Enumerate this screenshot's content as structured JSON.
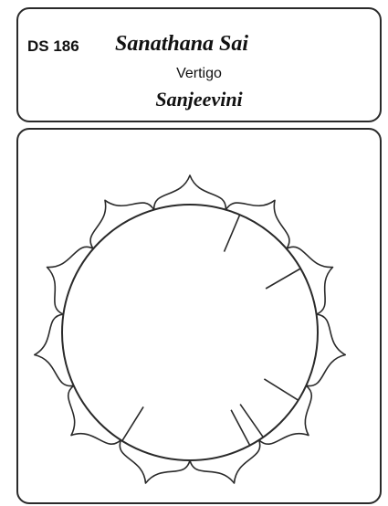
{
  "card": {
    "code": "DS 186",
    "title": "Sanathana  Sai",
    "subtitle": "Vertigo",
    "brand": "Sanjeevini"
  },
  "diagram": {
    "petal_count": 11,
    "marker_angles_deg": [
      23,
      60,
      122,
      145,
      152,
      212
    ],
    "colors": {
      "line": "#2a2a2a",
      "background": "#ffffff"
    }
  }
}
